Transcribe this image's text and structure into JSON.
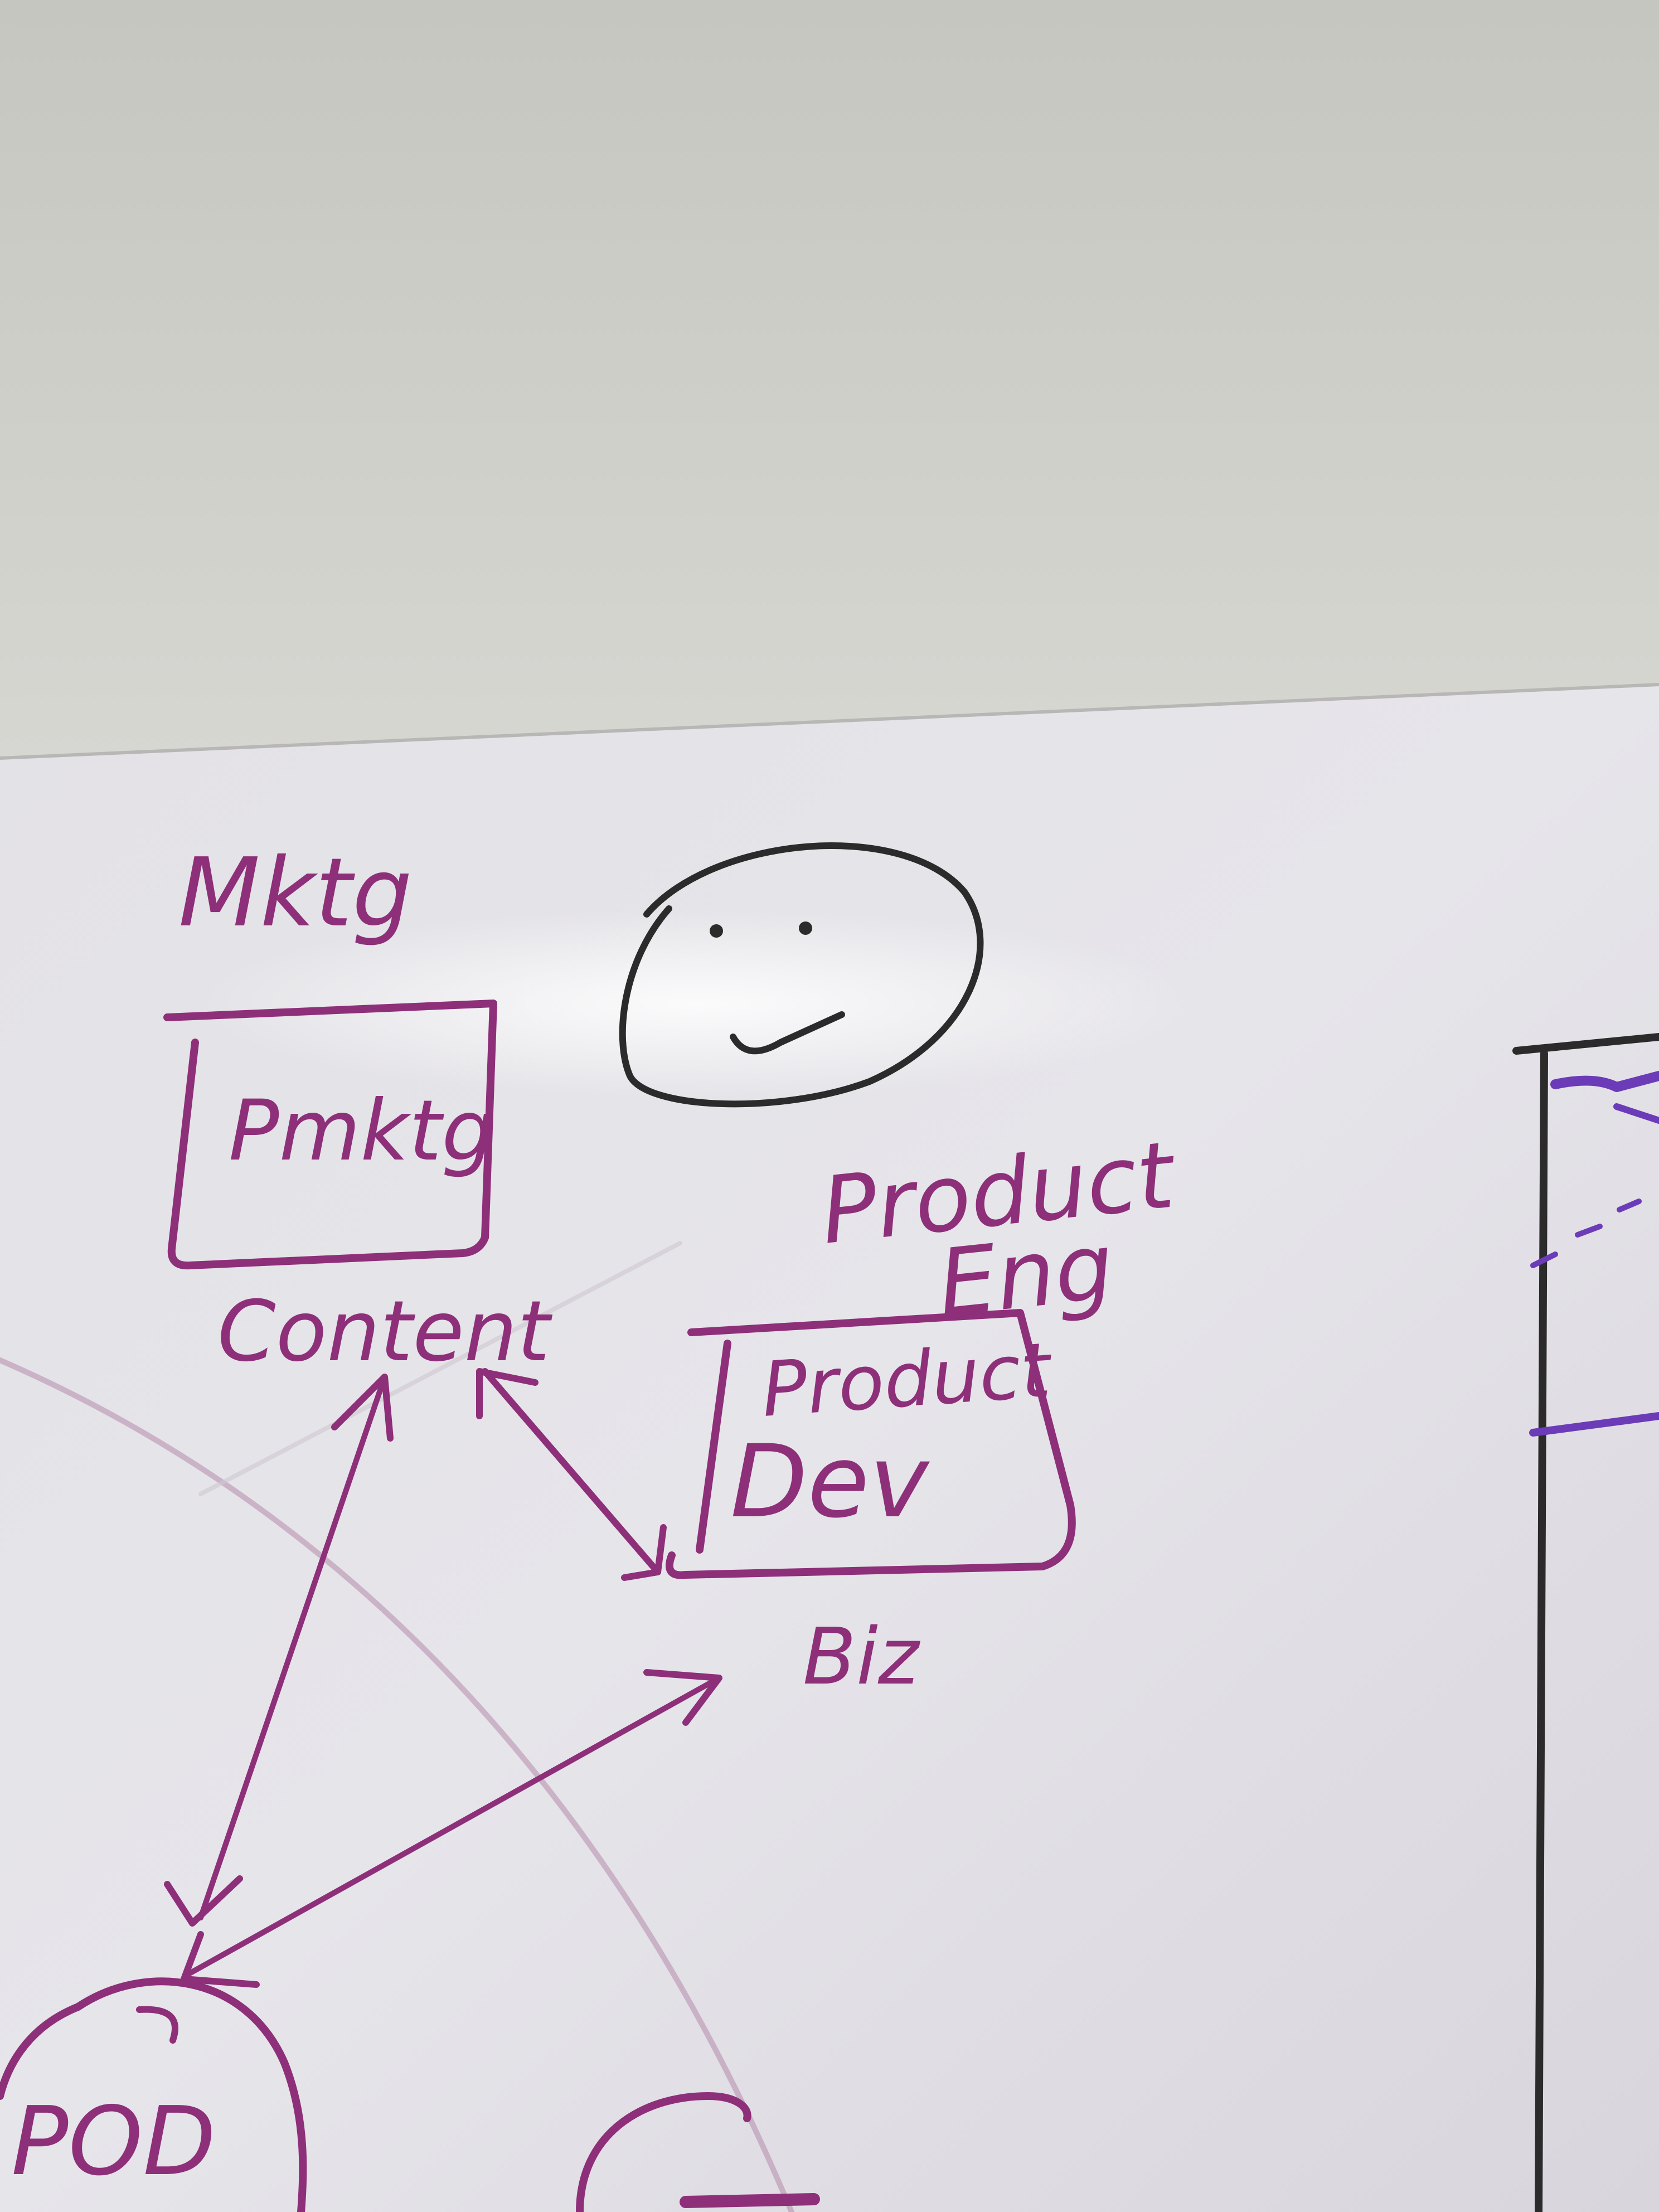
{
  "whiteboard": {
    "labels": {
      "mktg": "Mktg",
      "pmktg": "Pmktg",
      "content": "Content",
      "product_eng_line1": "Product",
      "product_eng_line2": "Eng",
      "product_dev_line1": "Product",
      "product_dev_line2": "Dev",
      "biz": "Biz",
      "pod": "POD"
    },
    "colors": {
      "wall": "#c9c9c4",
      "board": "#e7e6ea",
      "marker_purple": "#8e2f79",
      "marker_black": "#2b2b2b",
      "marker_violet": "#6c3bb8"
    },
    "icons": [
      "smiley-face-icon",
      "arrow-icon"
    ]
  }
}
